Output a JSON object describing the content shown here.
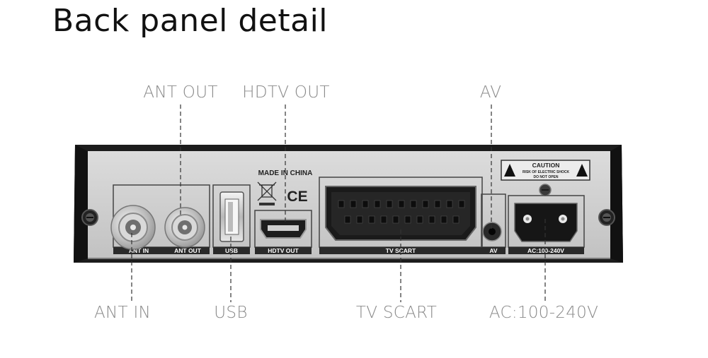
{
  "title": "Back panel detail",
  "callouts": {
    "ant_out": "ANT OUT",
    "hdtv_out": "HDTV OUT",
    "av": "AV",
    "ant_in": "ANT IN",
    "usb": "USB",
    "tv_scart": "TV SCART",
    "ac": "AC:100-240V"
  },
  "panel_text": {
    "made_in": "MADE IN CHINA",
    "ce": "CE",
    "caution_title": "CAUTION",
    "caution_line1": "RISK OF ELECTRIC SHOCK",
    "caution_line2": "DO NOT OPEN"
  },
  "port_labels": {
    "ant_in": "ANT IN",
    "ant_out": "ANT OUT",
    "usb": "USB",
    "hdtv_out": "HDTV OUT",
    "tv_scart": "TV SCART",
    "av": "AV",
    "ac": "AC:100-240V"
  }
}
